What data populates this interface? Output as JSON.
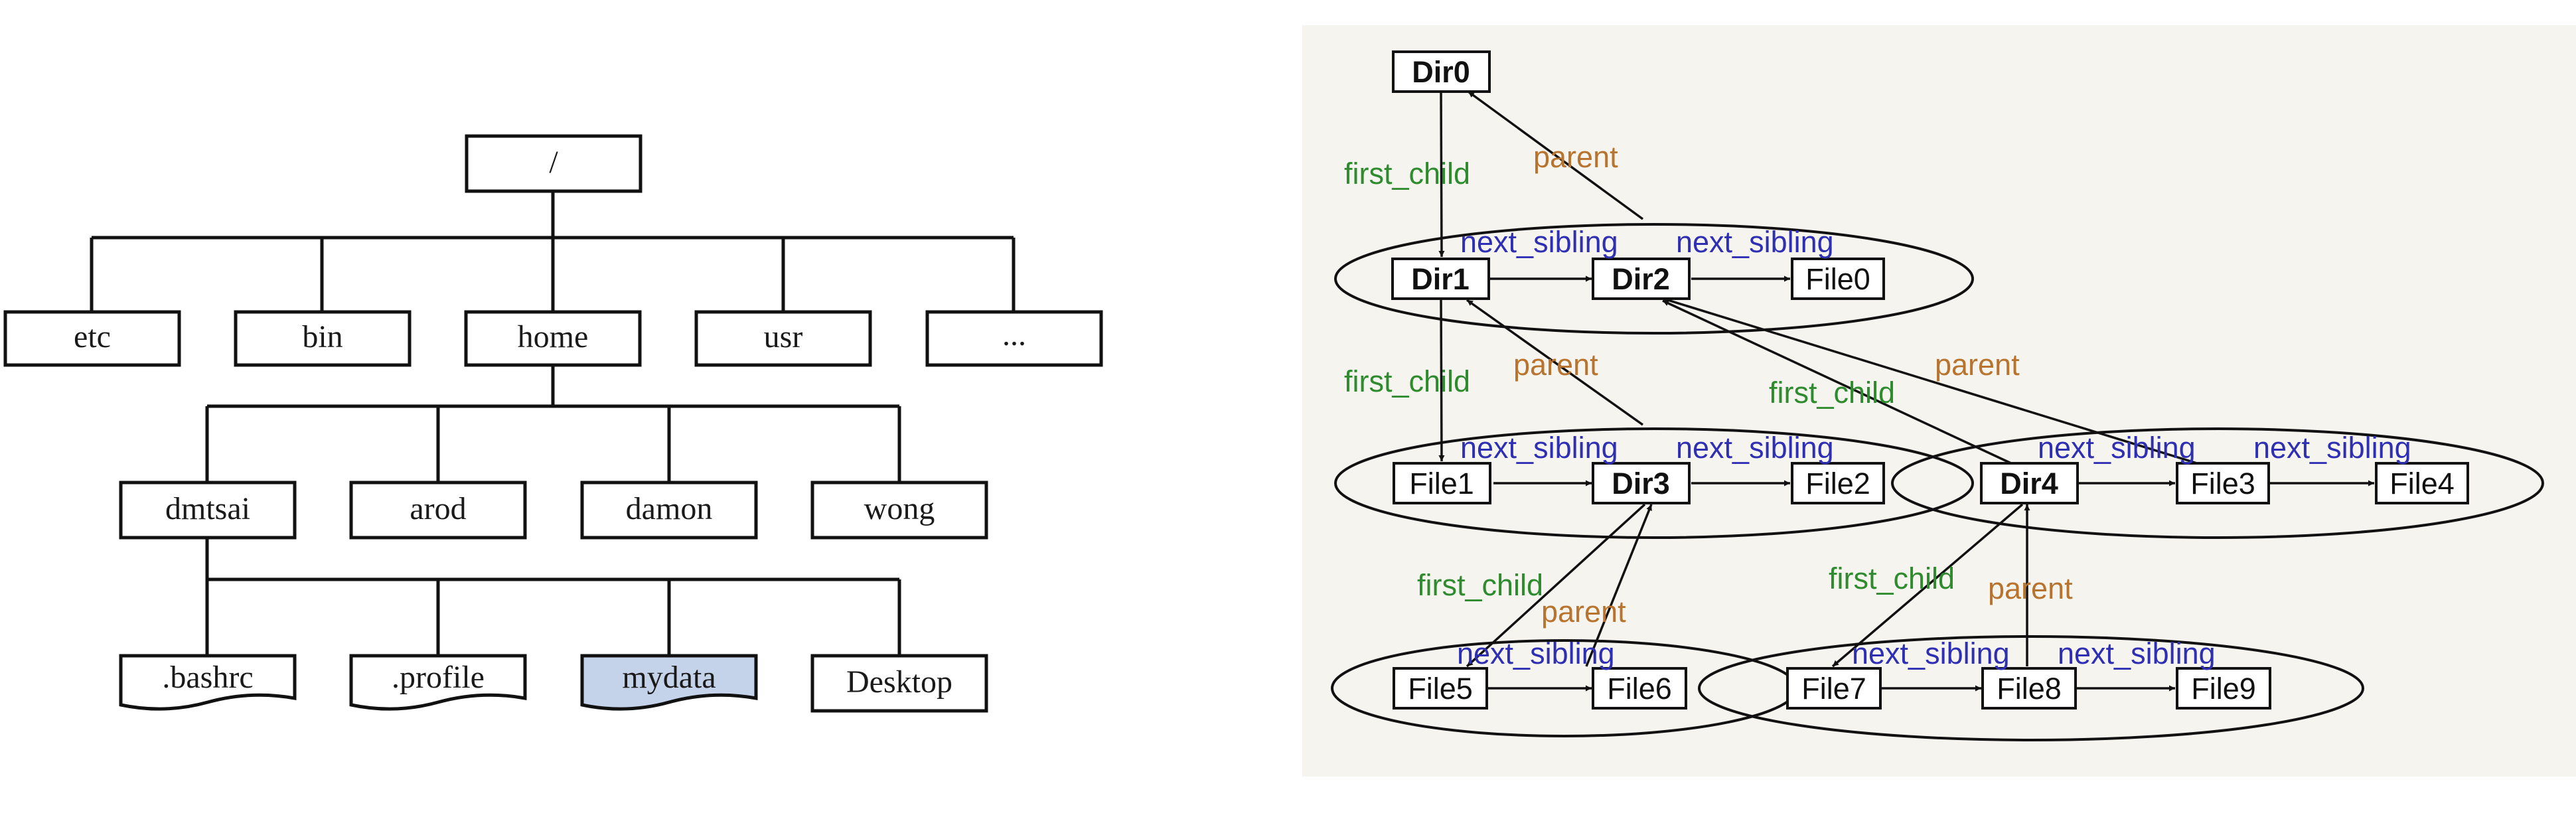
{
  "tree": {
    "root": "/",
    "level1": [
      "etc",
      "bin",
      "home",
      "usr",
      "..."
    ],
    "level2": [
      "dmtsai",
      "arod",
      "damon",
      "wong"
    ],
    "level3": [
      ".bashrc",
      ".profile",
      "mydata",
      "Desktop"
    ]
  },
  "graph": {
    "nodes": {
      "dir0": "Dir0",
      "dir1": "Dir1",
      "dir2": "Dir2",
      "file0": "File0",
      "file1": "File1",
      "dir3": "Dir3",
      "file2": "File2",
      "dir4": "Dir4",
      "file3": "File3",
      "file4": "File4",
      "file5": "File5",
      "file6": "File6",
      "file7": "File7",
      "file8": "File8",
      "file9": "File9"
    },
    "edge_labels": {
      "first_child": "first_child",
      "parent": "parent",
      "next_sibling": "next_sibling"
    },
    "colors": {
      "first_child": "#2e8b2e",
      "parent": "#b8742e",
      "next_sibling": "#2f2fb4",
      "highlight": "#c5d3ea",
      "panel_bg": "#f6f4ef"
    }
  }
}
